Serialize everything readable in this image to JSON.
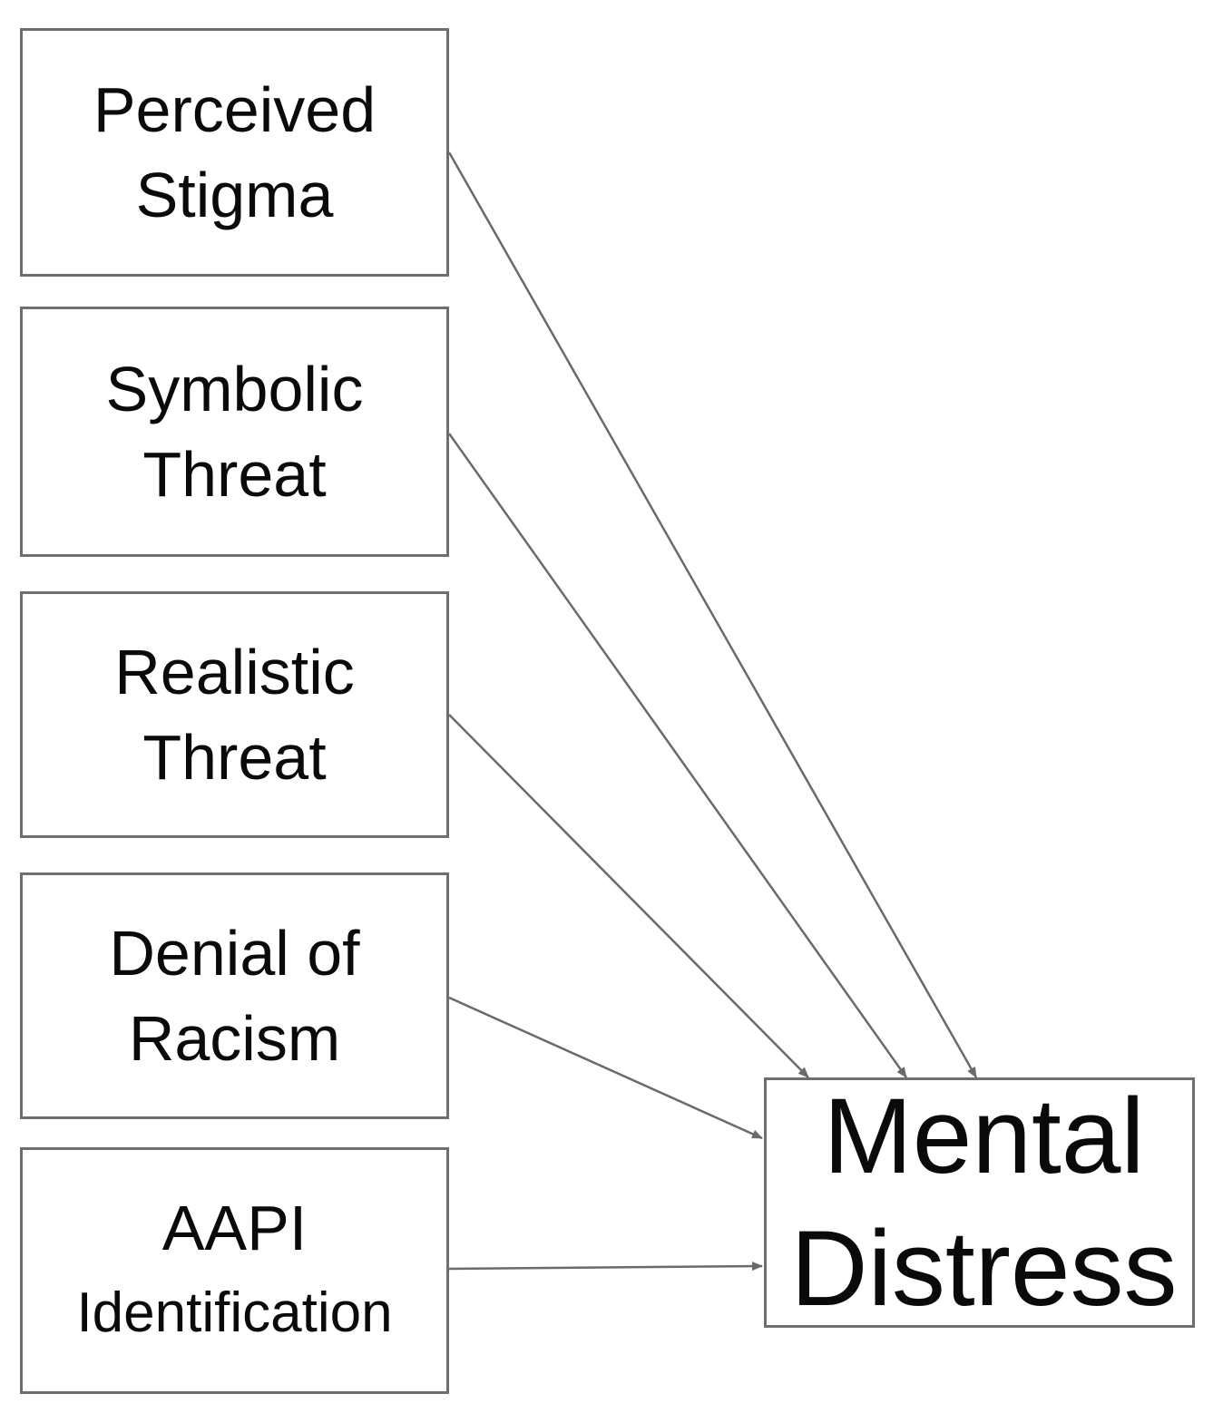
{
  "predictors": [
    {
      "id": "perceived",
      "lines": [
        "Perceived",
        "Stigma"
      ]
    },
    {
      "id": "symbolic",
      "lines": [
        "Symbolic",
        "Threat"
      ]
    },
    {
      "id": "realistic",
      "lines": [
        "Realistic",
        "Threat"
      ]
    },
    {
      "id": "denial",
      "lines": [
        "Denial of",
        "Racism"
      ]
    },
    {
      "id": "aapi",
      "lines": [
        "AAPI",
        "Identification"
      ]
    }
  ],
  "outcome": {
    "lines": [
      "Mental",
      "Distress"
    ]
  },
  "edges": [
    {
      "from": "perceived",
      "to": "outcome"
    },
    {
      "from": "symbolic",
      "to": "outcome"
    },
    {
      "from": "realistic",
      "to": "outcome"
    },
    {
      "from": "denial",
      "to": "outcome"
    },
    {
      "from": "aapi",
      "to": "outcome"
    }
  ],
  "colors": {
    "border": "#6e6e6e",
    "arrow": "#6a6a6a",
    "text": "#0a0a0a",
    "background": "#ffffff"
  }
}
